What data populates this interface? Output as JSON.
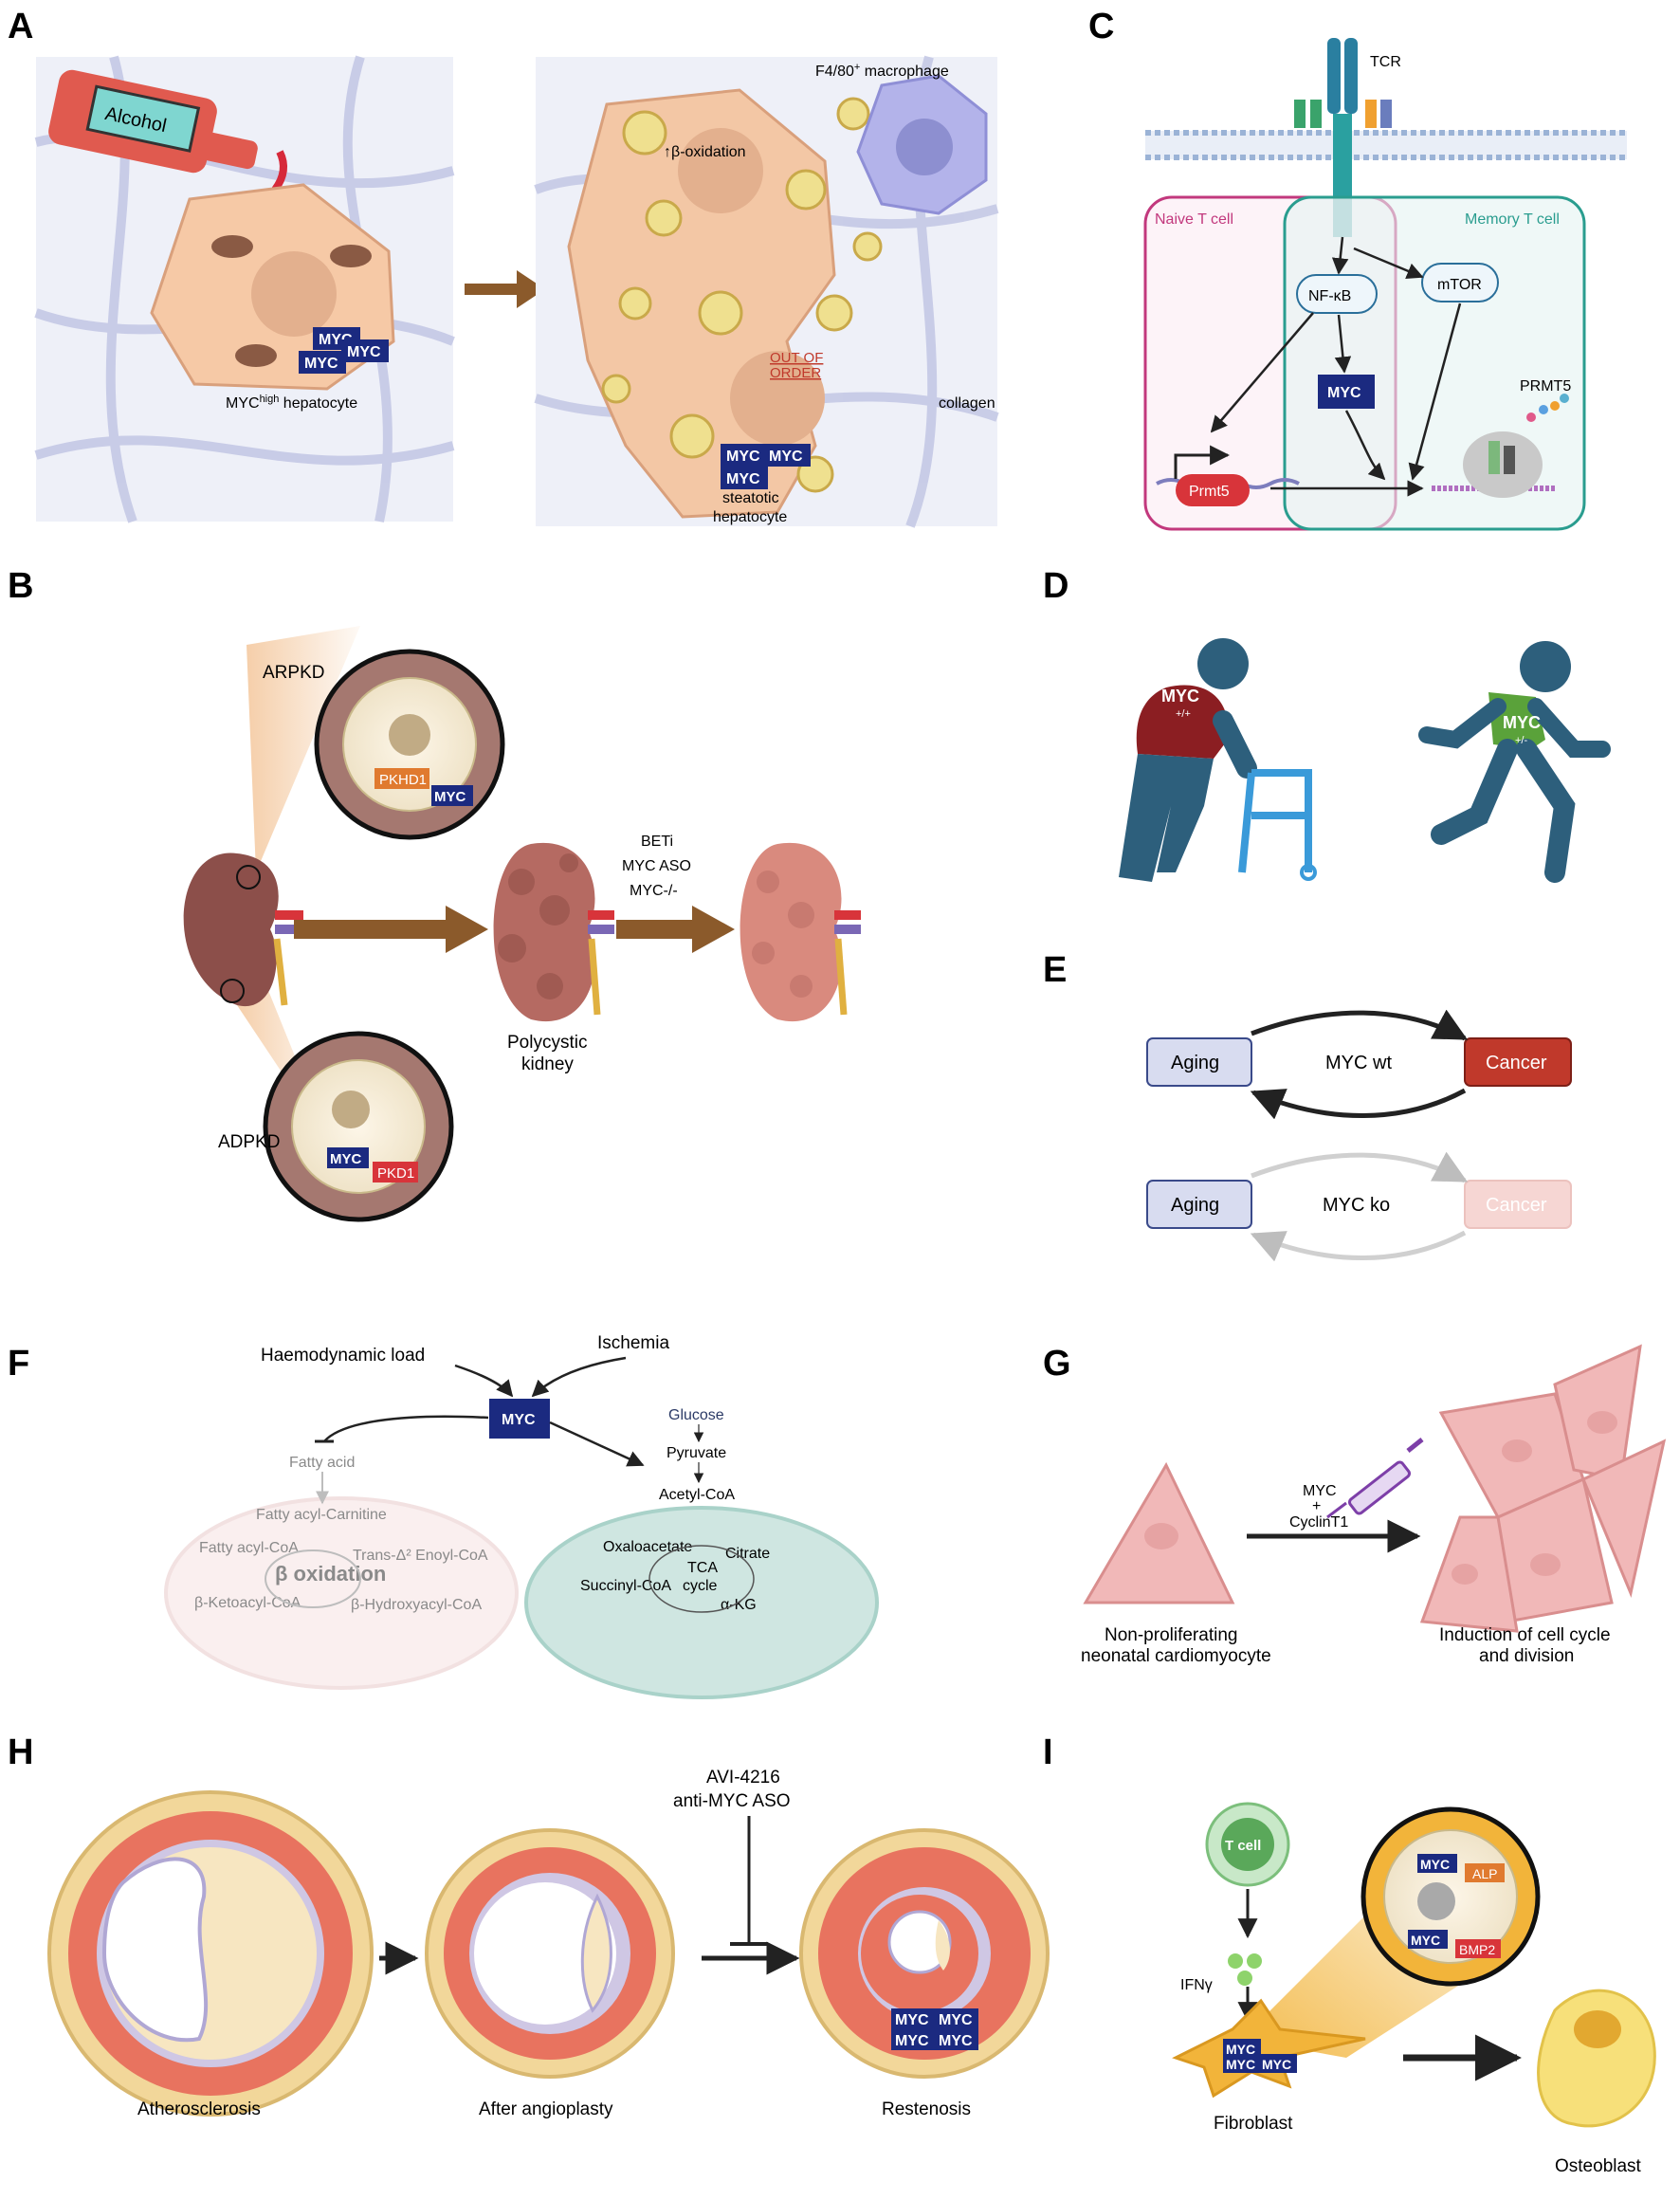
{
  "panels": {
    "A": {
      "letter": "A",
      "alcohol": "Alcohol",
      "myc_high_hepatocyte_prefix": "MYC",
      "myc_high_hepatocyte_sup": "high",
      "myc_high_hepatocyte_suffix": " hepatocyte",
      "macrophage_prefix": "F4/80",
      "macrophage_sup": "+",
      "macrophage_suffix": " macrophage",
      "beta_oxidation": "↑β-oxidation",
      "out_of_order_1": "OUT OF",
      "out_of_order_2": "ORDER",
      "collagen": "collagen",
      "steatotic_1": "steatotic",
      "steatotic_2": "hepatocyte",
      "myc": "MYC"
    },
    "B": {
      "letter": "B",
      "arpkd": "ARPKD",
      "adpkd": "ADPKD",
      "pkhd1": "PKHD1",
      "pkd1": "PKD1",
      "myc": "MYC",
      "treatments": [
        "BETi",
        "MYC ASO",
        "MYC-/-"
      ],
      "polycystic_1": "Polycystic",
      "polycystic_2": "kidney"
    },
    "C": {
      "letter": "C",
      "tcr": "TCR",
      "naive": "Naive T cell",
      "memory": "Memory T cell",
      "nfkb": "NF-κB",
      "mtor": "mTOR",
      "myc": "MYC",
      "prmt5_protein": "PRMT5",
      "prmt5_gene": "Prmt5"
    },
    "D": {
      "letter": "D",
      "myc": "MYC",
      "wt_genotype": "+/+",
      "het_genotype": "+/-"
    },
    "E": {
      "letter": "E",
      "aging": "Aging",
      "cancer": "Cancer",
      "myc_wt": "MYC wt",
      "myc_ko": "MYC ko"
    },
    "F": {
      "letter": "F",
      "haemodynamic": "Haemodynamic load",
      "ischemia": "Ischemia",
      "myc": "MYC",
      "fatty_acid": "Fatty acid",
      "fatty_acyl_carnitine": "Fatty acyl-Carnitine",
      "fatty_acyl_coa": "Fatty acyl-CoA",
      "trans_enoyl": "Trans-Δ² Enoyl-CoA",
      "beta_oxidation": "β oxidation",
      "ketoacyl": "β-Ketoacyl-CoA",
      "hydroxyacyl": "β-Hydroxyacyl-CoA",
      "glucose": "Glucose",
      "pyruvate": "Pyruvate",
      "acetyl_coa": "Acetyl-CoA",
      "oxaloacetate": "Oxaloacetate",
      "citrate": "Citrate",
      "tca_1": "TCA",
      "tca_2": "cycle",
      "succinyl": "Succinyl-CoA",
      "akg": "α-KG"
    },
    "G": {
      "letter": "G",
      "myc": "MYC",
      "plus": "+",
      "cyclin": "CyclinT1",
      "nonprolif_1": "Non-proliferating",
      "nonprolif_2": "neonatal cardiomyocyte",
      "induction_1": "Induction of cell cycle",
      "induction_2": "and division"
    },
    "H": {
      "letter": "H",
      "avi": "AVI-4216",
      "anti_myc": "anti-MYC ASO",
      "athero": "Atherosclerosis",
      "angio": "After angioplasty",
      "restenosis": "Restenosis",
      "myc": "MYC"
    },
    "I": {
      "letter": "I",
      "tcell": "T cell",
      "ifng": "IFNγ",
      "myc": "MYC",
      "alp": "ALP",
      "bmp2": "BMP2",
      "fibroblast": "Fibroblast",
      "osteoblast": "Osteoblast"
    }
  },
  "colors": {
    "myc_navy": "#1b2a80",
    "hepatocyte": "#f6c9a6",
    "kidney": "#8c4f4a",
    "teal": "#2a9d8f",
    "magenta": "#c2387d",
    "cancer_red": "#c0392b",
    "vessel_red": "#d9534f"
  }
}
